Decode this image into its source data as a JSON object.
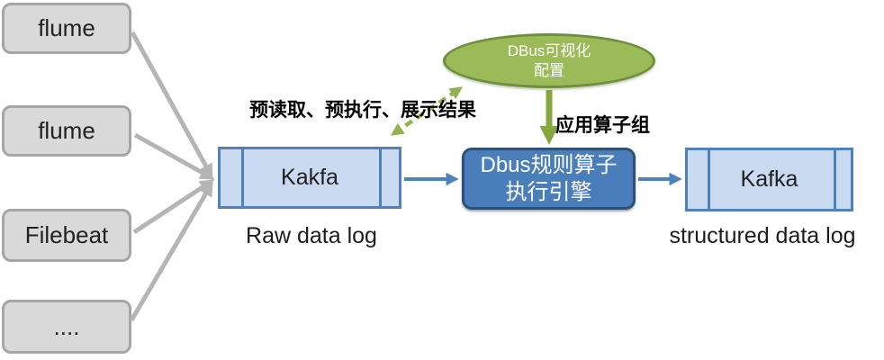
{
  "diagram": {
    "sources": [
      {
        "label": "flume"
      },
      {
        "label": "flume"
      },
      {
        "label": "Filebeat"
      },
      {
        "label": "...."
      }
    ],
    "raw_kafka": {
      "label": "Kakfa",
      "caption": "Raw data log"
    },
    "engine": {
      "line1": "Dbus规则算子",
      "line2": "执行引擎"
    },
    "config_ellipse": {
      "line1": "DBus可视化",
      "line2": "配置"
    },
    "structured_kafka": {
      "label": "Kafka",
      "caption": "structured data log"
    },
    "annotations": {
      "preview_label": "预读取、预执行、展示结果",
      "apply_label": "应用算子组"
    },
    "colors": {
      "source_fill": "#d9d9d9",
      "source_border": "#a6a6a6",
      "source_arrow": "#b5b5b5",
      "kafka_fill": "#cadaf1",
      "kafka_border": "#4f81bd",
      "flow_arrow_blue": "#4f81bd",
      "engine_fill": "#4a7ebb",
      "engine_border": "#2e5277",
      "ellipse_fill": "#9bbb59",
      "ellipse_border": "#6f8f3c",
      "green_arrow": "#86a73e",
      "green_dashed_arrow": "#93b353",
      "text_dark": "#1c1c1c",
      "text_white": "#ffffff"
    }
  }
}
